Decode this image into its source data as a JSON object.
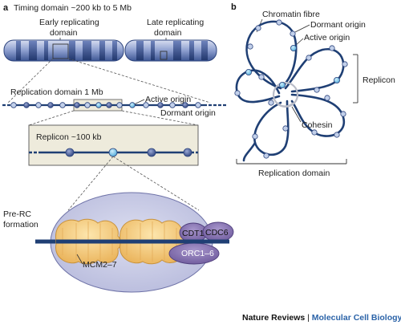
{
  "panel_a": {
    "letter": "a",
    "timing_domain": "Timing domain ~200 kb to 5 Mb",
    "early_domain": [
      "Early replicating",
      "domain"
    ],
    "late_domain": [
      "Late replicating",
      "domain"
    ],
    "replication_domain": "Replication domain 1 Mb",
    "active_origin": "Active origin",
    "dormant_origin": "Dormant origin",
    "replicon": "Replicon ~100 kb",
    "prerc": [
      "Pre-RC",
      "formation"
    ],
    "cdt1": "CDT1",
    "cdc6": "CDC6",
    "orc": "ORC1–6",
    "mcm": "MCM2–7"
  },
  "panel_b": {
    "letter": "b",
    "chromatin_fibre": "Chromatin fibre",
    "dormant_origin": "Dormant origin",
    "active_origin": "Active origin",
    "replicon": "Replicon",
    "cohesin": "Cohesin",
    "replication_domain": "Replication domain"
  },
  "footer": {
    "journal": "Nature Reviews",
    "separator": " | ",
    "section": "Molecular Cell Biology"
  },
  "colors": {
    "navy": "#1f3f74",
    "chromosome_light": "#aebad9",
    "chromosome_dark": "#4e67a4",
    "active_origin": "#7cc4e6",
    "dormant_origin": "#c2d0ea",
    "replicon_box": "#eeebdc",
    "nucleus": "#c9cbe6",
    "mcm": "#f5cc7a",
    "orc": "#8b78b4"
  }
}
